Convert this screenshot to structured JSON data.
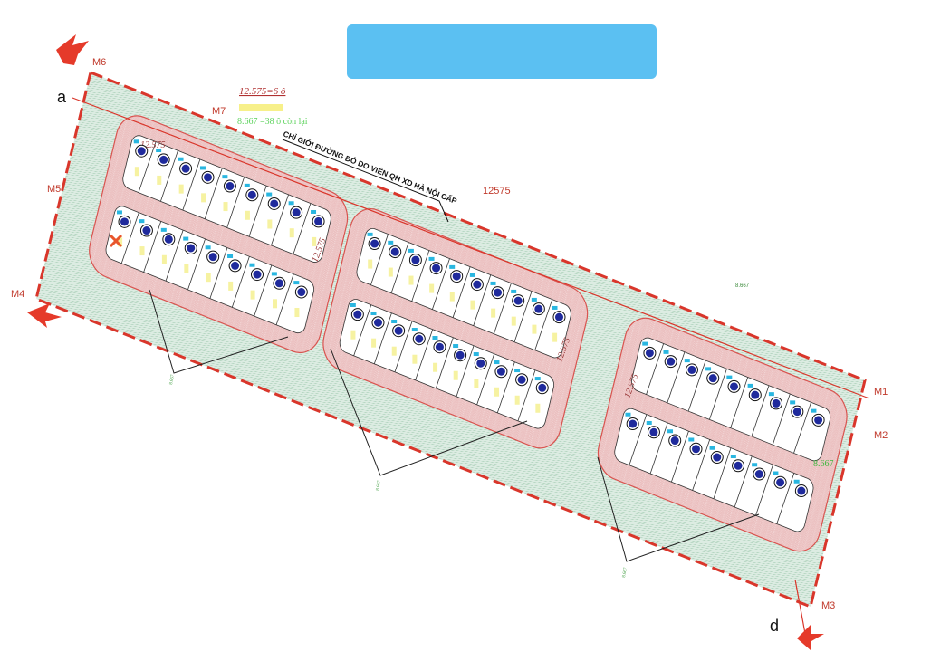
{
  "title_box": {
    "color": "#5bc0f2"
  },
  "legend": {
    "line1": "12.575=6 ô",
    "line2": "8.667 =38 ô còn lại"
  },
  "road_label": "CHỈ GIỚI ĐƯỜNG ĐỎ DO VIỆN QH XD HÀ NỘI CẤP",
  "markers": {
    "m1": "M1",
    "m2": "M2",
    "m3": "M3",
    "m4": "M4",
    "m5": "M5",
    "m6": "M6",
    "m7": "M7",
    "a": "a",
    "d": "d"
  },
  "numbers": {
    "center": "12575",
    "right_small": "8.667",
    "block1_tag": "12.575",
    "block2_tag_a": "12.575",
    "block2_tag_b": "12.575",
    "block3_tag": "12.575",
    "block3_right": "8.667",
    "leader1": "8.667",
    "leader2": "8.667",
    "leader3": "8.667"
  },
  "colors": {
    "road_hatch": "#f2d4d4",
    "road_line": "#d9534f",
    "green_zone": "#cfe6d8",
    "boundary": "#d9362b",
    "car": "#1f2a9c",
    "lot_number": "#29b6e0"
  }
}
